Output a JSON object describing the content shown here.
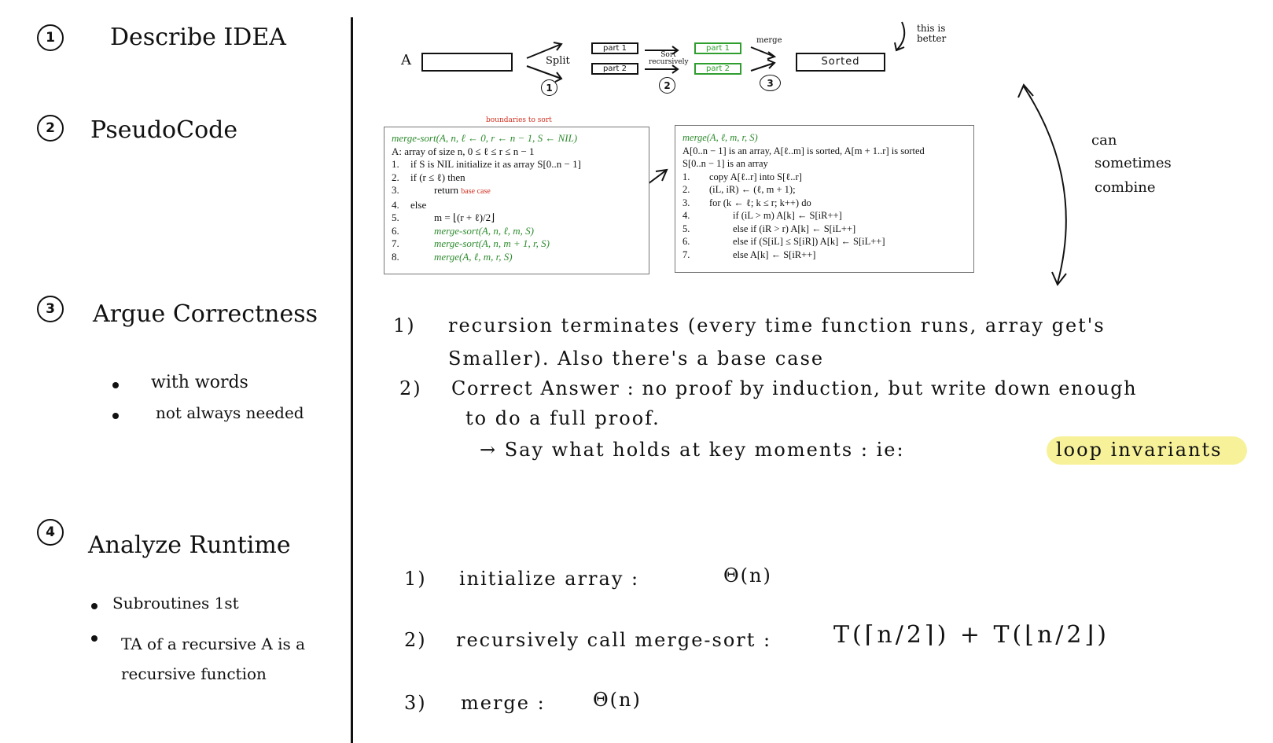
{
  "left": {
    "steps": [
      {
        "num": "1",
        "title": "Describe IDEA"
      },
      {
        "num": "2",
        "title": "PseudoCode"
      },
      {
        "num": "3",
        "title": "Argue Correctness",
        "bullets": [
          "with words",
          "not always needed"
        ]
      },
      {
        "num": "4",
        "title": "Analyze Runtime",
        "bullets": [
          "Subroutines 1st",
          "TA of a recursive A is a recursive function"
        ]
      }
    ]
  },
  "diagram": {
    "array_label": "A",
    "split_label": "Split",
    "part1": "part 1",
    "part2": "part 2",
    "sort_label": "Sort recursively",
    "merge_label": "merge",
    "sorted_label": "Sorted",
    "step_nums": [
      "1",
      "2",
      "3"
    ],
    "note": "this is better",
    "combine_note": [
      "can",
      "sometimes",
      "combine"
    ]
  },
  "merge_sort_code": {
    "annotation": "boundaries to sort",
    "header": "merge-sort(A, n, ℓ ← 0, r ← n − 1, S ← NIL)",
    "desc": "A: array of size n, 0 ≤ ℓ ≤ r ≤ n − 1",
    "lines": [
      {
        "n": "1.",
        "text": "if S is NIL   initialize it as array S[0..n − 1]"
      },
      {
        "n": "2.",
        "text": "if (r ≤ ℓ) then"
      },
      {
        "n": "3.",
        "text": "return",
        "note": "base case"
      },
      {
        "n": "4.",
        "text": "else"
      },
      {
        "n": "5.",
        "text": "m = ⌊(r + ℓ)/2⌋"
      },
      {
        "n": "6.",
        "text": "merge-sort(A, n, ℓ, m, S)"
      },
      {
        "n": "7.",
        "text": "merge-sort(A, n, m + 1, r, S)"
      },
      {
        "n": "8.",
        "text": "merge(A, ℓ, m, r, S)"
      }
    ]
  },
  "merge_code": {
    "header": "merge(A, ℓ, m, r, S)",
    "desc1": "A[0..n − 1] is an array, A[ℓ..m] is sorted, A[m + 1..r] is sorted",
    "desc2": "S[0..n − 1] is an array",
    "lines": [
      {
        "n": "1.",
        "text": "copy A[ℓ..r] into S[ℓ..r]"
      },
      {
        "n": "2.",
        "text": "(iL, iR) ← (ℓ, m + 1);"
      },
      {
        "n": "3.",
        "text": "for (k ← ℓ; k ≤ r; k++) do"
      },
      {
        "n": "4.",
        "text": "if (iL > m) A[k] ← S[iR++]"
      },
      {
        "n": "5.",
        "text": "else if (iR > r) A[k] ← S[iL++]"
      },
      {
        "n": "6.",
        "text": "else if (S[iL] ≤ S[iR]) A[k] ← S[iL++]"
      },
      {
        "n": "7.",
        "text": "else A[k] ← S[iR++]"
      }
    ]
  },
  "correctness": {
    "p1_num": "1)",
    "p1_line1": "recursion terminates (every time function runs, array get's",
    "p1_line2": "Smaller). Also there's a base case",
    "p2_num": "2)",
    "p2_line1": "Correct Answer : no proof by induction, but write down enough",
    "p2_line2": "to do a full proof.",
    "p3_line": "→ Say what holds at key moments : ie:",
    "highlight": "loop invariants"
  },
  "runtime": {
    "items": [
      {
        "num": "1)",
        "label": "initialize array :",
        "cost": "Θ(n)"
      },
      {
        "num": "2)",
        "label": "recursively call merge-sort :",
        "cost": "T(⌈n/2⌉) + T(⌊n/2⌋)"
      },
      {
        "num": "3)",
        "label": "merge :",
        "cost": "Θ(n)"
      }
    ]
  }
}
